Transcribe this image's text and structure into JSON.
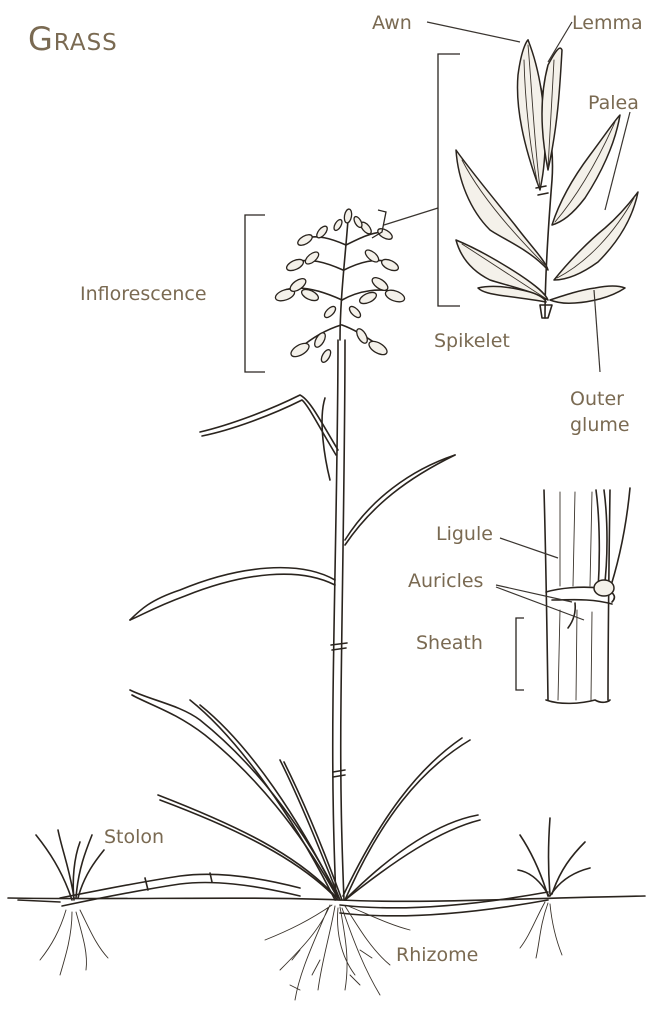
{
  "title": {
    "initial": "G",
    "rest": "RASS"
  },
  "labels": {
    "awn": "Awn",
    "lemma": "Lemma",
    "palea": "Palea",
    "inflorescence": "Inflorescence",
    "spikelet": "Spikelet",
    "outer_glume_line1": "Outer",
    "outer_glume_line2": "glume",
    "ligule": "Ligule",
    "auricles": "Auricles",
    "sheath": "Sheath",
    "stolon": "Stolon",
    "rhizome": "Rhizome"
  }
}
